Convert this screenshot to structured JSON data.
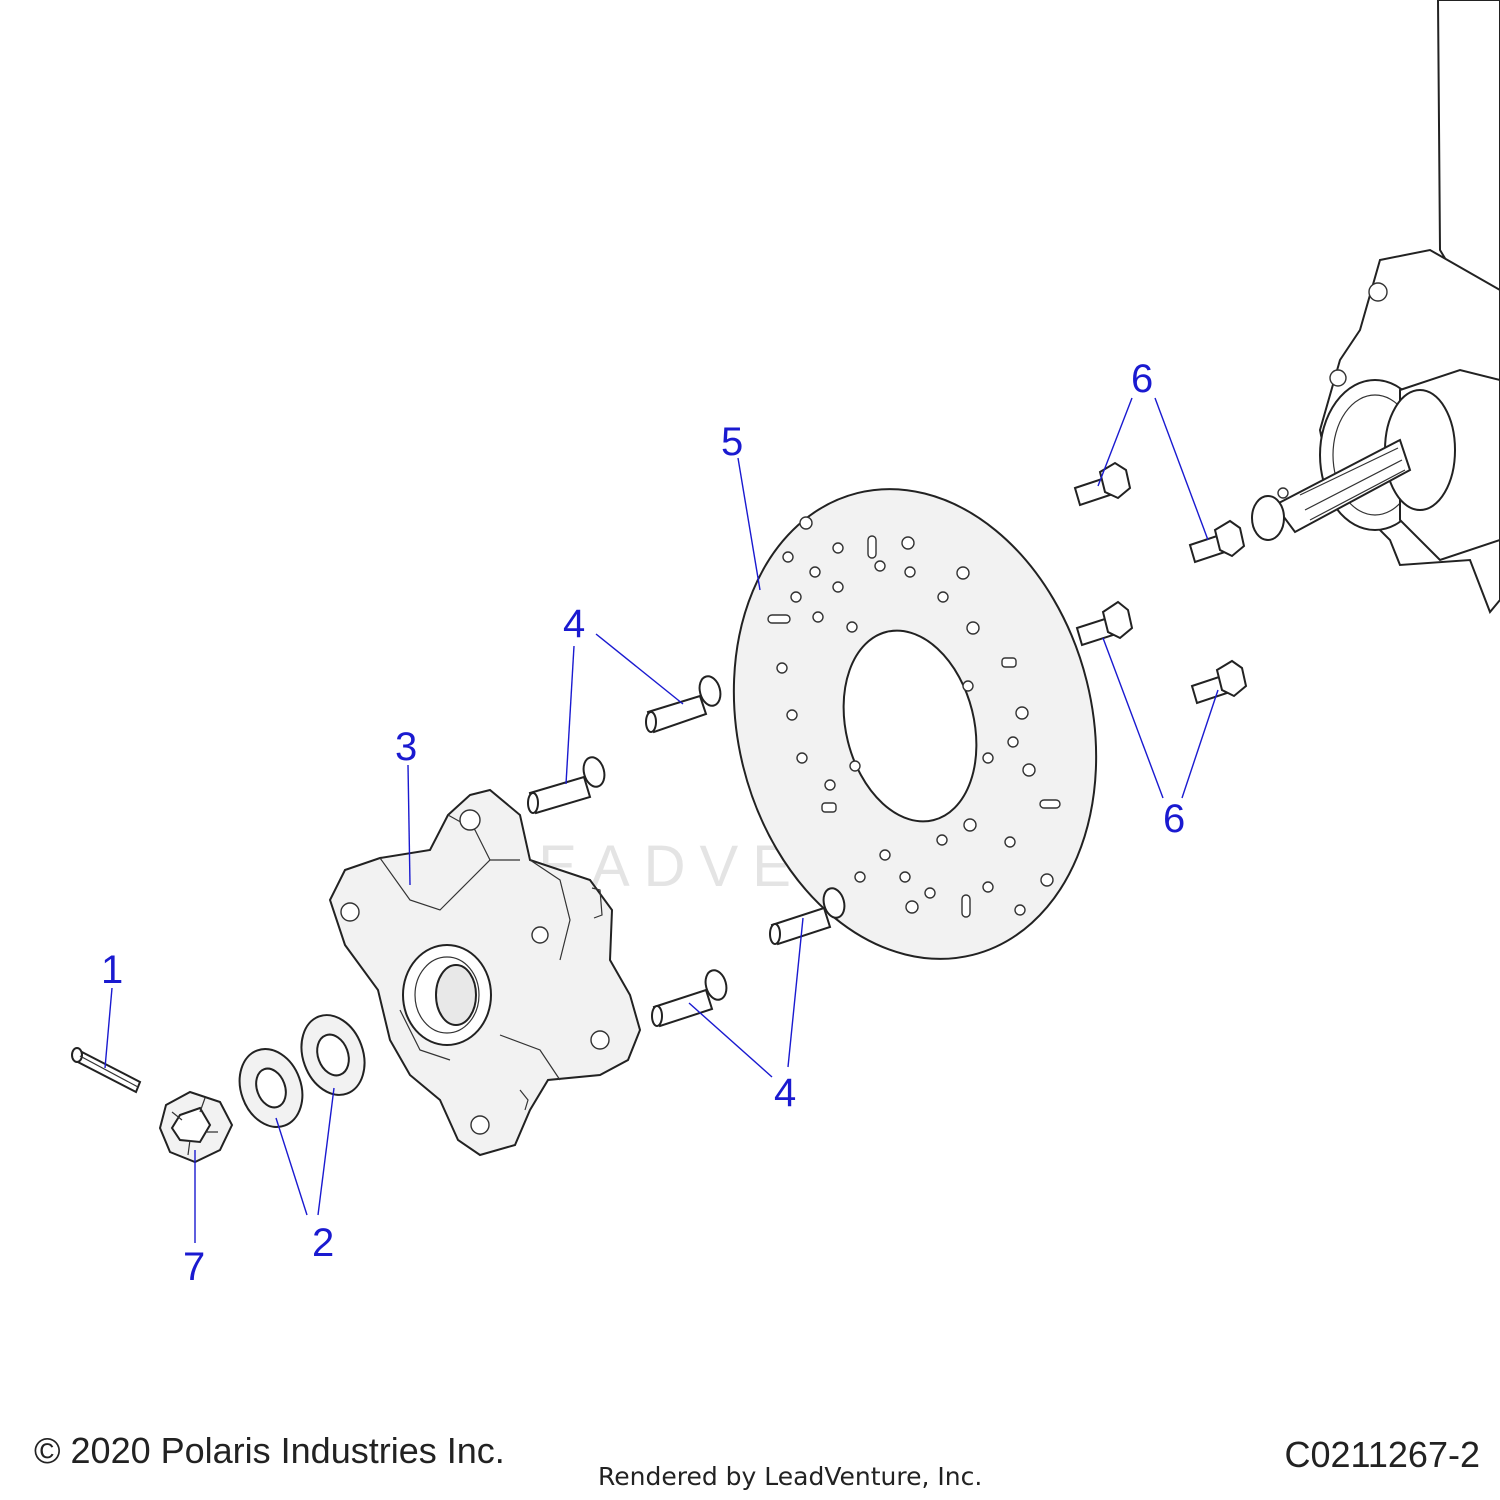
{
  "callouts": {
    "c1": "1",
    "c2": "2",
    "c3": "3",
    "c4_top": "4",
    "c4_bottom": "4",
    "c5": "5",
    "c6_top": "6",
    "c6_bottom": "6",
    "c7": "7"
  },
  "watermark": "LEADVENTURE",
  "footer": {
    "copyright": "© 2020 Polaris Industries Inc.",
    "rendered_by": "Rendered by LeadVenture, Inc.",
    "diagram_code": "C0211267-2"
  },
  "colors": {
    "callout": "#1a1ad0",
    "line_art": "#222222",
    "part_fill": "#f2f2f2"
  }
}
